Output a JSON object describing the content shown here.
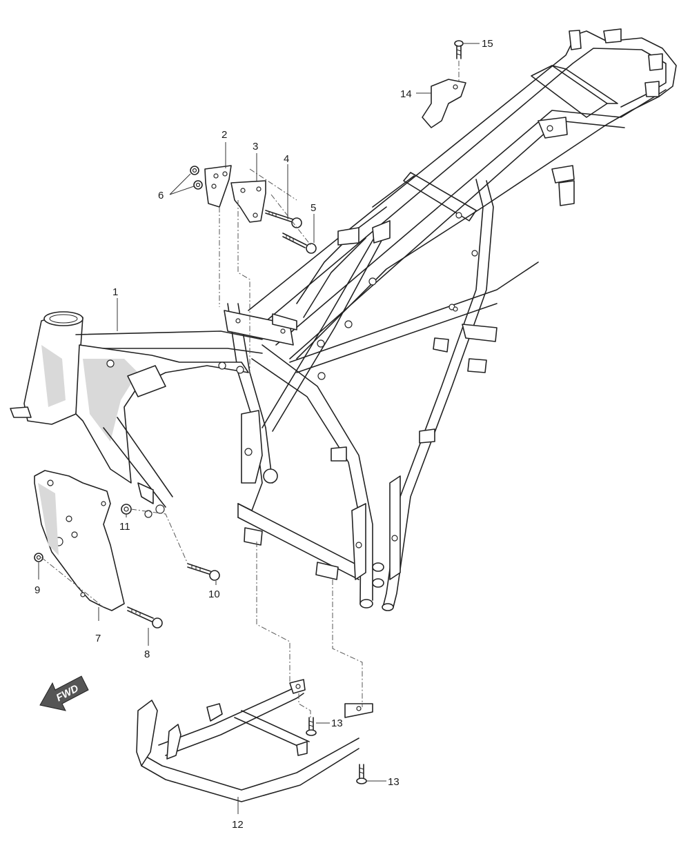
{
  "callouts": [
    {
      "id": "1",
      "label": "1"
    },
    {
      "id": "2",
      "label": "2"
    },
    {
      "id": "3",
      "label": "3"
    },
    {
      "id": "4",
      "label": "4"
    },
    {
      "id": "5",
      "label": "5"
    },
    {
      "id": "6",
      "label": "6"
    },
    {
      "id": "7",
      "label": "7"
    },
    {
      "id": "8",
      "label": "8"
    },
    {
      "id": "9",
      "label": "9"
    },
    {
      "id": "10",
      "label": "10"
    },
    {
      "id": "11",
      "label": "11"
    },
    {
      "id": "12",
      "label": "12"
    },
    {
      "id": "13a",
      "label": "13"
    },
    {
      "id": "13b",
      "label": "13"
    },
    {
      "id": "14",
      "label": "14"
    },
    {
      "id": "15",
      "label": "15"
    }
  ],
  "direction_arrow": {
    "label": "FWD",
    "color": "#555555",
    "icon": "forward-arrow-icon"
  },
  "colors": {
    "line": "#222222",
    "background": "#ffffff",
    "shade": "#d9d9d9"
  }
}
